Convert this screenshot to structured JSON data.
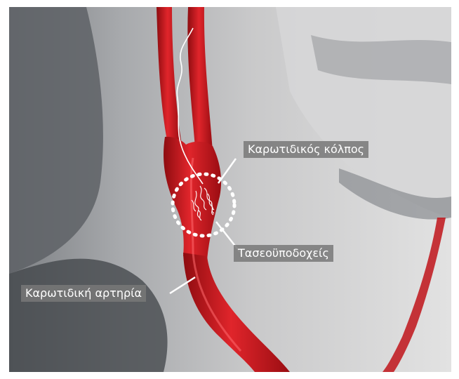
{
  "labels": {
    "carotid_sinus": "Καρωτιδικός κόλπος",
    "baroreceptors": "Τασεοϋποδοχείς",
    "carotid_artery": "Καρωτιδική αρτηρία"
  },
  "colors": {
    "artery": "#c8141a",
    "artery_highlight": "#e8353a",
    "label_background": "#7a7a7a",
    "skin_light": "#d9d9d9",
    "skin_shadow": "#6f7377"
  }
}
